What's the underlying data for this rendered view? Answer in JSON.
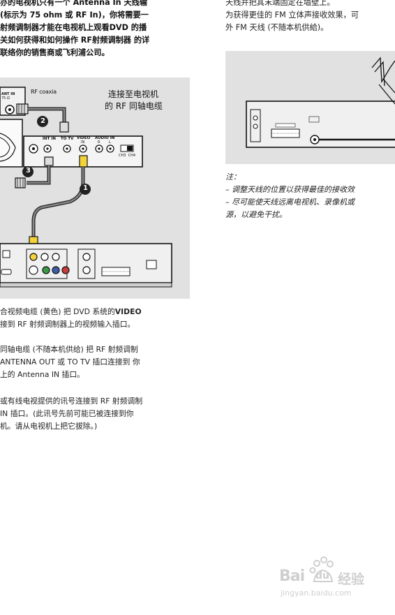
{
  "intro": {
    "lines": [
      "亦的电视机只有一个 Antenna In 天线输",
      "(标示为 75 ohm 或 RF In)，你将需要一",
      "射频调制器才能在电视机上观看DVD 的播",
      "关如何获得和如何操作 RF射频调制器 的详",
      "联络你的销售商或飞利浦公司。"
    ]
  },
  "right_intro": {
    "lines": [
      "天线并把其末端固定在墙壁上。",
      "为获得更佳的 FM 立体声接收效果，可",
      "外 FM 天线 (不随本机供給)。"
    ]
  },
  "figure_left": {
    "label_rf_coaxial": "RF coaxia",
    "label_ant_in": "ANT IN",
    "label_ant_sub": "75 Ω",
    "caption_line1": "连接至电视机",
    "caption_line2": "的 RF 同轴电缆",
    "port_int_in": "INT IN",
    "port_to_tv": "TO TV",
    "port_video": "VIDEO",
    "port_video_in": "IN",
    "port_audio": "AUDIO IN",
    "port_audio_r": "R",
    "port_audio_l": "L",
    "ch_label": "CH3  CH4",
    "step_1": "1",
    "step_2": "2",
    "step_3": "3"
  },
  "steps": {
    "step1_line1_pre": "合视频电缆 (黄色) 把 DVD 系统的",
    "step1_line1_bold": "VIDEO",
    "step1_line2": "接到 RF 射频调制器上的视频输入插口。",
    "step2_lines": [
      " 同轴电缆 (不随本机供给) 把 RF 射频调制",
      "ANTENNA OUT 或 TO TV 插口连接到 你",
      "上的 Antenna IN 插口。"
    ],
    "step3_lines": [
      "或有线电视提供的讯号连接到 RF 射频调制",
      " IN 插口。(此讯号先前可能已被连接到你",
      "机。请从电视机上把它拔除。)"
    ]
  },
  "note": {
    "title": "注：",
    "lines": [
      "–  调整天线的位置以获得最佳的接收效",
      "–  尽可能使天线远离电视机、录像机或",
      "源，以避免干扰。"
    ]
  },
  "watermark": {
    "brand_left": "Bai",
    "brand_paw": "du",
    "brand_right": "经验",
    "url": "jingyan.baidu.com"
  },
  "colors": {
    "figure_bg": "#e1e1e1",
    "cable_yellow": "#f4d33a",
    "watermark": "#c9c9c9"
  }
}
